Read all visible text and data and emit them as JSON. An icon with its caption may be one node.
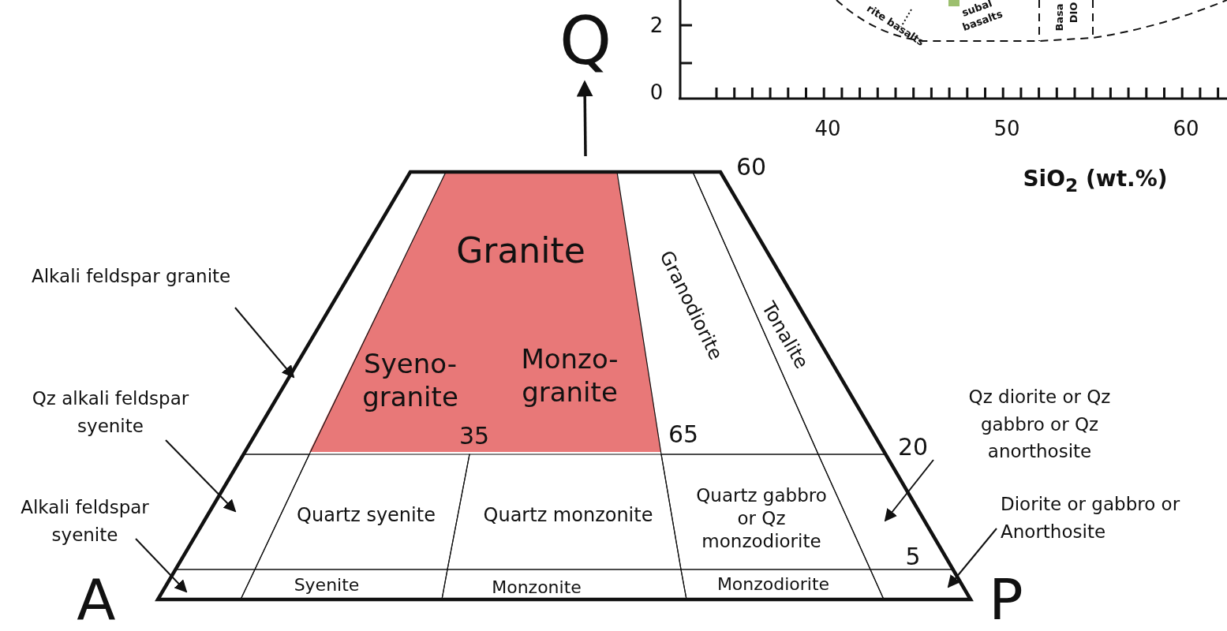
{
  "diagram": {
    "nodes": [
      {
        "text": [
          "Granite"
        ]
      },
      {
        "text": [
          "Syeno- granite"
        ],
        "in": 0
      },
      {
        "text": [
          "Monzo- granite"
        ],
        "in": 0
      },
      {
        "text": [
          "Granodiorite"
        ]
      },
      {
        "text": [
          "Tonalite"
        ]
      },
      {
        "text": [
          "Quartz syenite"
        ]
      },
      {
        "text": [
          "Quartz monzonite"
        ]
      },
      {
        "text": [
          "Quartz gabbro or Qz monzodiorite"
        ]
      },
      {
        "text": [
          "Syenite"
        ]
      },
      {
        "text": [
          "Monzonite"
        ]
      },
      {
        "text": [
          "Monzodiorite"
        ]
      },
      {
        "text": [
          "Alkali feldspar granite"
        ]
      },
      {
        "text": [],
        "shape": "box"
      },
      {
        "text": [
          "Qz alkali feldspar syenite"
        ]
      },
      {
        "text": [],
        "shape": "box"
      },
      {
        "text": [
          "Alkali feldspar syenite"
        ]
      },
      {
        "text": [],
        "shape": "box"
      },
      {
        "text": [
          "Qz diorite or Qz gabbro or Qz anorthosite"
        ]
      },
      {
        "text": [],
        "shape": "box"
      },
      {
        "text": [
          "Diorite or gabbro or Anorthosite"
        ]
      },
      {
        "text": [],
        "shape": "box"
      }
    ],
    "edges": [
      {
        "from": 11,
        "to": 12,
        "arrow": "to"
      },
      {
        "from": 13,
        "to": 14,
        "arrow": "to"
      },
      {
        "from": 15,
        "to": 16,
        "arrow": "to"
      },
      {
        "from": 17,
        "to": 18,
        "arrow": "to"
      },
      {
        "from": 19,
        "to": 20,
        "arrow": "to"
      }
    ],
    "labels": [
      "rite basalts",
      "subal",
      "basalts",
      "Basa",
      "DIO",
      "2",
      "Q",
      "0",
      "40",
      "50",
      "60",
      "SiO$_{2}$ (wt.%)",
      "60",
      "35",
      "65",
      "20",
      "5",
      "A",
      "P"
    ]
  }
}
